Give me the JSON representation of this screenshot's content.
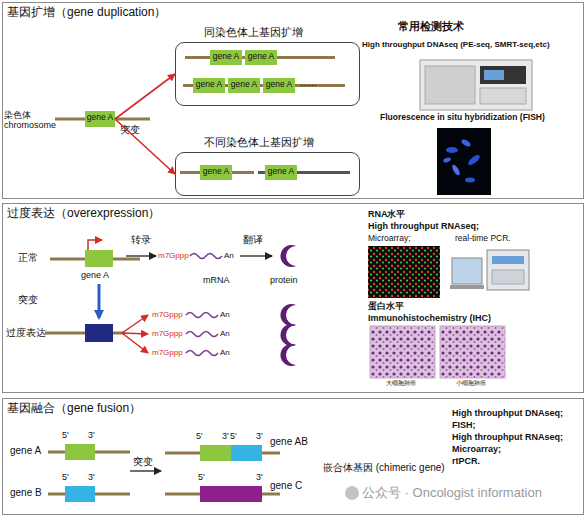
{
  "diagram": {
    "nodes": [
      {
        "text": [
          "基因扩增（gene duplication）"
        ]
      },
      {
        "text": [
          "gene A"
        ],
        "in": 0
      },
      {
        "text": [
          "同染色体上基因扩增"
        ],
        "in": 0
      },
      {
        "text": [
          "gene A"
        ],
        "in": 2
      },
      {
        "text": [
          "gene A"
        ],
        "in": 2
      },
      {
        "text": [
          "gene A"
        ],
        "in": 2
      },
      {
        "text": [
          "gene A"
        ],
        "in": 2
      },
      {
        "text": [
          "gene A"
        ],
        "in": 2
      },
      {
        "text": [
          "不同染色体上基因扩增"
        ],
        "in": 0
      },
      {
        "text": [
          "gene A"
        ],
        "in": 8
      },
      {
        "text": [
          "gene A"
        ],
        "in": 8
      },
      {
        "text": [
          "过度表达（overexpression）"
        ]
      },
      {
        "text": [
          "gene A"
        ],
        "in": 11
      },
      {
        "text": [
          "基因融合（gene fusion）"
        ]
      },
      {
        "text": [
          "gene A"
        ],
        "in": 13
      },
      {
        "text": [
          "gene B"
        ],
        "in": 13
      },
      {
        "text": [
          "gene AB"
        ],
        "in": 13
      },
      {
        "text": [
          "gene C"
        ],
        "in": 13
      }
    ],
    "edges": [
      {
        "from": 1,
        "to": 2,
        "arrow": "to"
      },
      {
        "from": 1,
        "to": 8,
        "arrow": "to"
      }
    ],
    "labels": [
      "染色体 chromosome",
      "突变",
      "......",
      "常用检测技术",
      "High throughput DNAseq (PE-seq, SMRT-seq,etc)",
      "Fluorescence in situ hybridization (FISH)",
      "正常",
      "转录",
      "m7Gppp",
      "An",
      "翻译",
      "mRNA",
      "protein",
      "突变",
      "过度表达",
      "m7Gppp",
      "An",
      "m7Gppp",
      "An",
      "m7Gppp",
      "An",
      "RNA水平",
      "High throughput RNAseq;",
      "Microarray;",
      "real-time PCR.",
      "蛋白水平",
      "Immunohistochemistry (IHC)",
      "大细胞肺癌",
      "小细胞肺癌",
      "5'",
      "3'",
      "5'",
      "3'",
      "突变",
      "5'",
      "3'",
      "5'",
      "3'",
      "5'",
      "3'",
      "嵌合体基因 (chimeric gene)",
      "High throuphput DNAseq;",
      "FISH;",
      "High throuphput RNAseq;",
      "Microarray;",
      "rtPCR.",
      "公众号 · Oncologist information"
    ]
  }
}
